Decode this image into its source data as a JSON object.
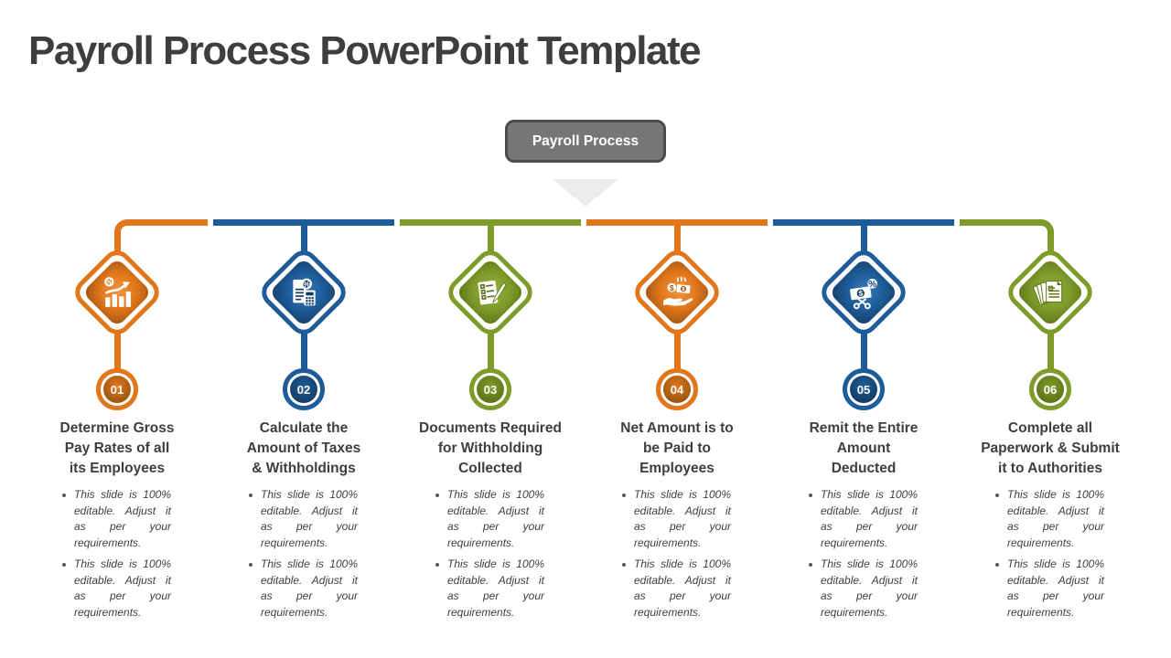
{
  "page_title": "Payroll Process PowerPoint Template",
  "badge": {
    "label": "Payroll Process"
  },
  "colors": {
    "orange": "#E2761B",
    "orange_dark": "#9E5610",
    "orange_light": "#F09540",
    "blue": "#1E5C99",
    "blue_dark": "#153F68",
    "blue_light": "#3579BC",
    "green": "#7E9C2A",
    "green_dark": "#5E7519",
    "green_light": "#97B13C",
    "badge_fill": "#767676",
    "badge_border": "#4C4C4C",
    "arrow_gray": "#ECECEC",
    "text_dark": "#3E3E3E"
  },
  "steps": [
    {
      "number": "01",
      "color": "orange",
      "icon": "bar-chart-growth-icon",
      "title_lines": [
        "Determine Gross",
        "Pay Rates of all",
        "its Employees"
      ],
      "bullets": [
        "This slide is 100% editable. Adjust it as per your requirements.",
        "This slide is 100% editable. Adjust it as per your requirements."
      ]
    },
    {
      "number": "02",
      "color": "blue",
      "icon": "tax-calculator-icon",
      "title_lines": [
        "Calculate the",
        "Amount of Taxes",
        "& Withholdings"
      ],
      "bullets": [
        "This slide is 100% editable. Adjust it as per your requirements.",
        "This slide is 100% editable. Adjust it as per your requirements."
      ]
    },
    {
      "number": "03",
      "color": "green",
      "icon": "checklist-pencil-icon",
      "title_lines": [
        "Documents Required",
        "for Withholding",
        "Collected"
      ],
      "bullets": [
        "This slide is 100% editable. Adjust it as per your requirements.",
        "This slide is 100% editable. Adjust it as per your requirements."
      ]
    },
    {
      "number": "04",
      "color": "orange",
      "icon": "hand-money-icon",
      "title_lines": [
        "Net Amount is to",
        "be Paid to",
        "Employees"
      ],
      "bullets": [
        "This slide is 100% editable. Adjust it as per your requirements.",
        "This slide is 100% editable. Adjust it as per your requirements."
      ]
    },
    {
      "number": "05",
      "color": "blue",
      "icon": "money-scissors-icon",
      "title_lines": [
        "Remit the Entire",
        "Amount",
        "Deducted"
      ],
      "bullets": [
        "This slide is 100% editable. Adjust it as per your requirements.",
        "This slide is 100% editable. Adjust it as per your requirements."
      ]
    },
    {
      "number": "06",
      "color": "green",
      "icon": "paperwork-stack-icon",
      "title_lines": [
        "Complete all",
        "Paperwork & Submit",
        "it to Authorities"
      ],
      "bullets": [
        "This slide is 100% editable. Adjust it as per your requirements.",
        "This slide is 100% editable. Adjust it as per your requirements."
      ]
    }
  ]
}
